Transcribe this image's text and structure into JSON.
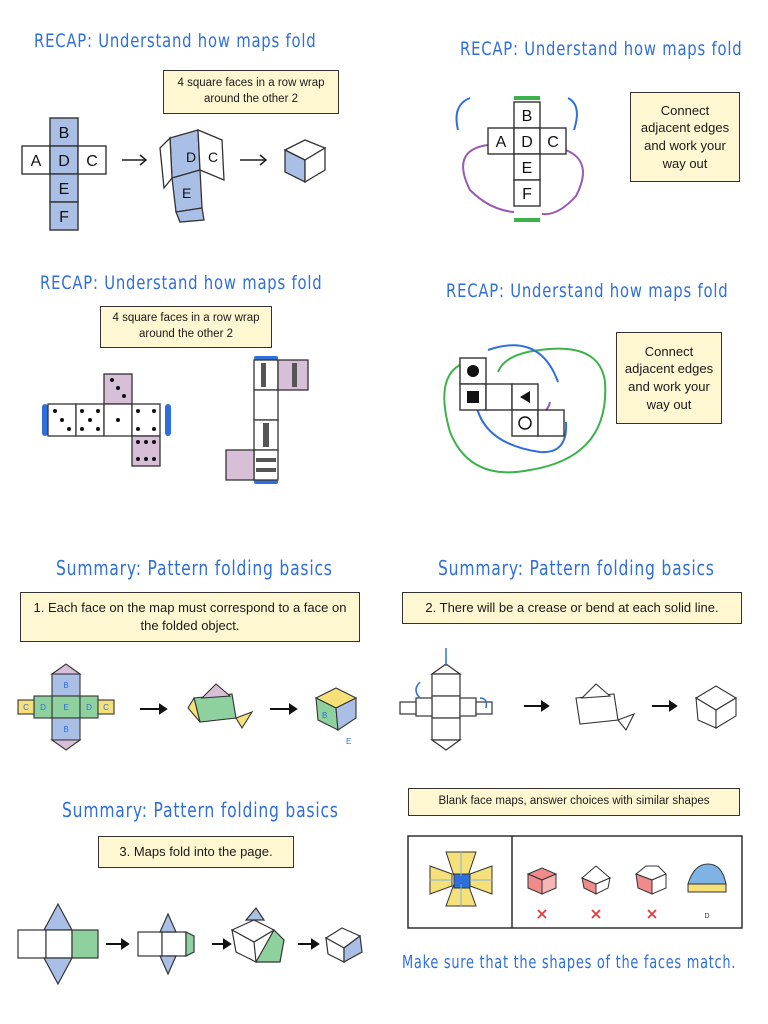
{
  "recap_title": "RECAP: Understand how maps fold",
  "summary_title": "Summary: Pattern folding basics",
  "notes": {
    "wrap": "4 square faces in a row wrap around the other 2",
    "connect": "Connect adjacent edges and work your way out",
    "rule1": "1. Each face on the map must correspond to a face on the folded object.",
    "rule2": "2. There will be a crease or bend at each solid line.",
    "rule3": "3. Maps fold into the page.",
    "blank": "Blank face maps, answer choices with similar shapes"
  },
  "face_letters": {
    "a": "A",
    "b": "B",
    "c": "C",
    "d": "D",
    "e": "E",
    "f": "F"
  },
  "choice_label_d": "D",
  "bottom_message": "Make sure that the shapes of the faces match.",
  "colors": {
    "title_blue": "#2f6fdb",
    "note_yellow": "#fff7d2",
    "face_blue": "#a9bfe6",
    "pink": "#d8bfd8",
    "green": "#8fd19e",
    "mark_red": "#e23b3b"
  }
}
